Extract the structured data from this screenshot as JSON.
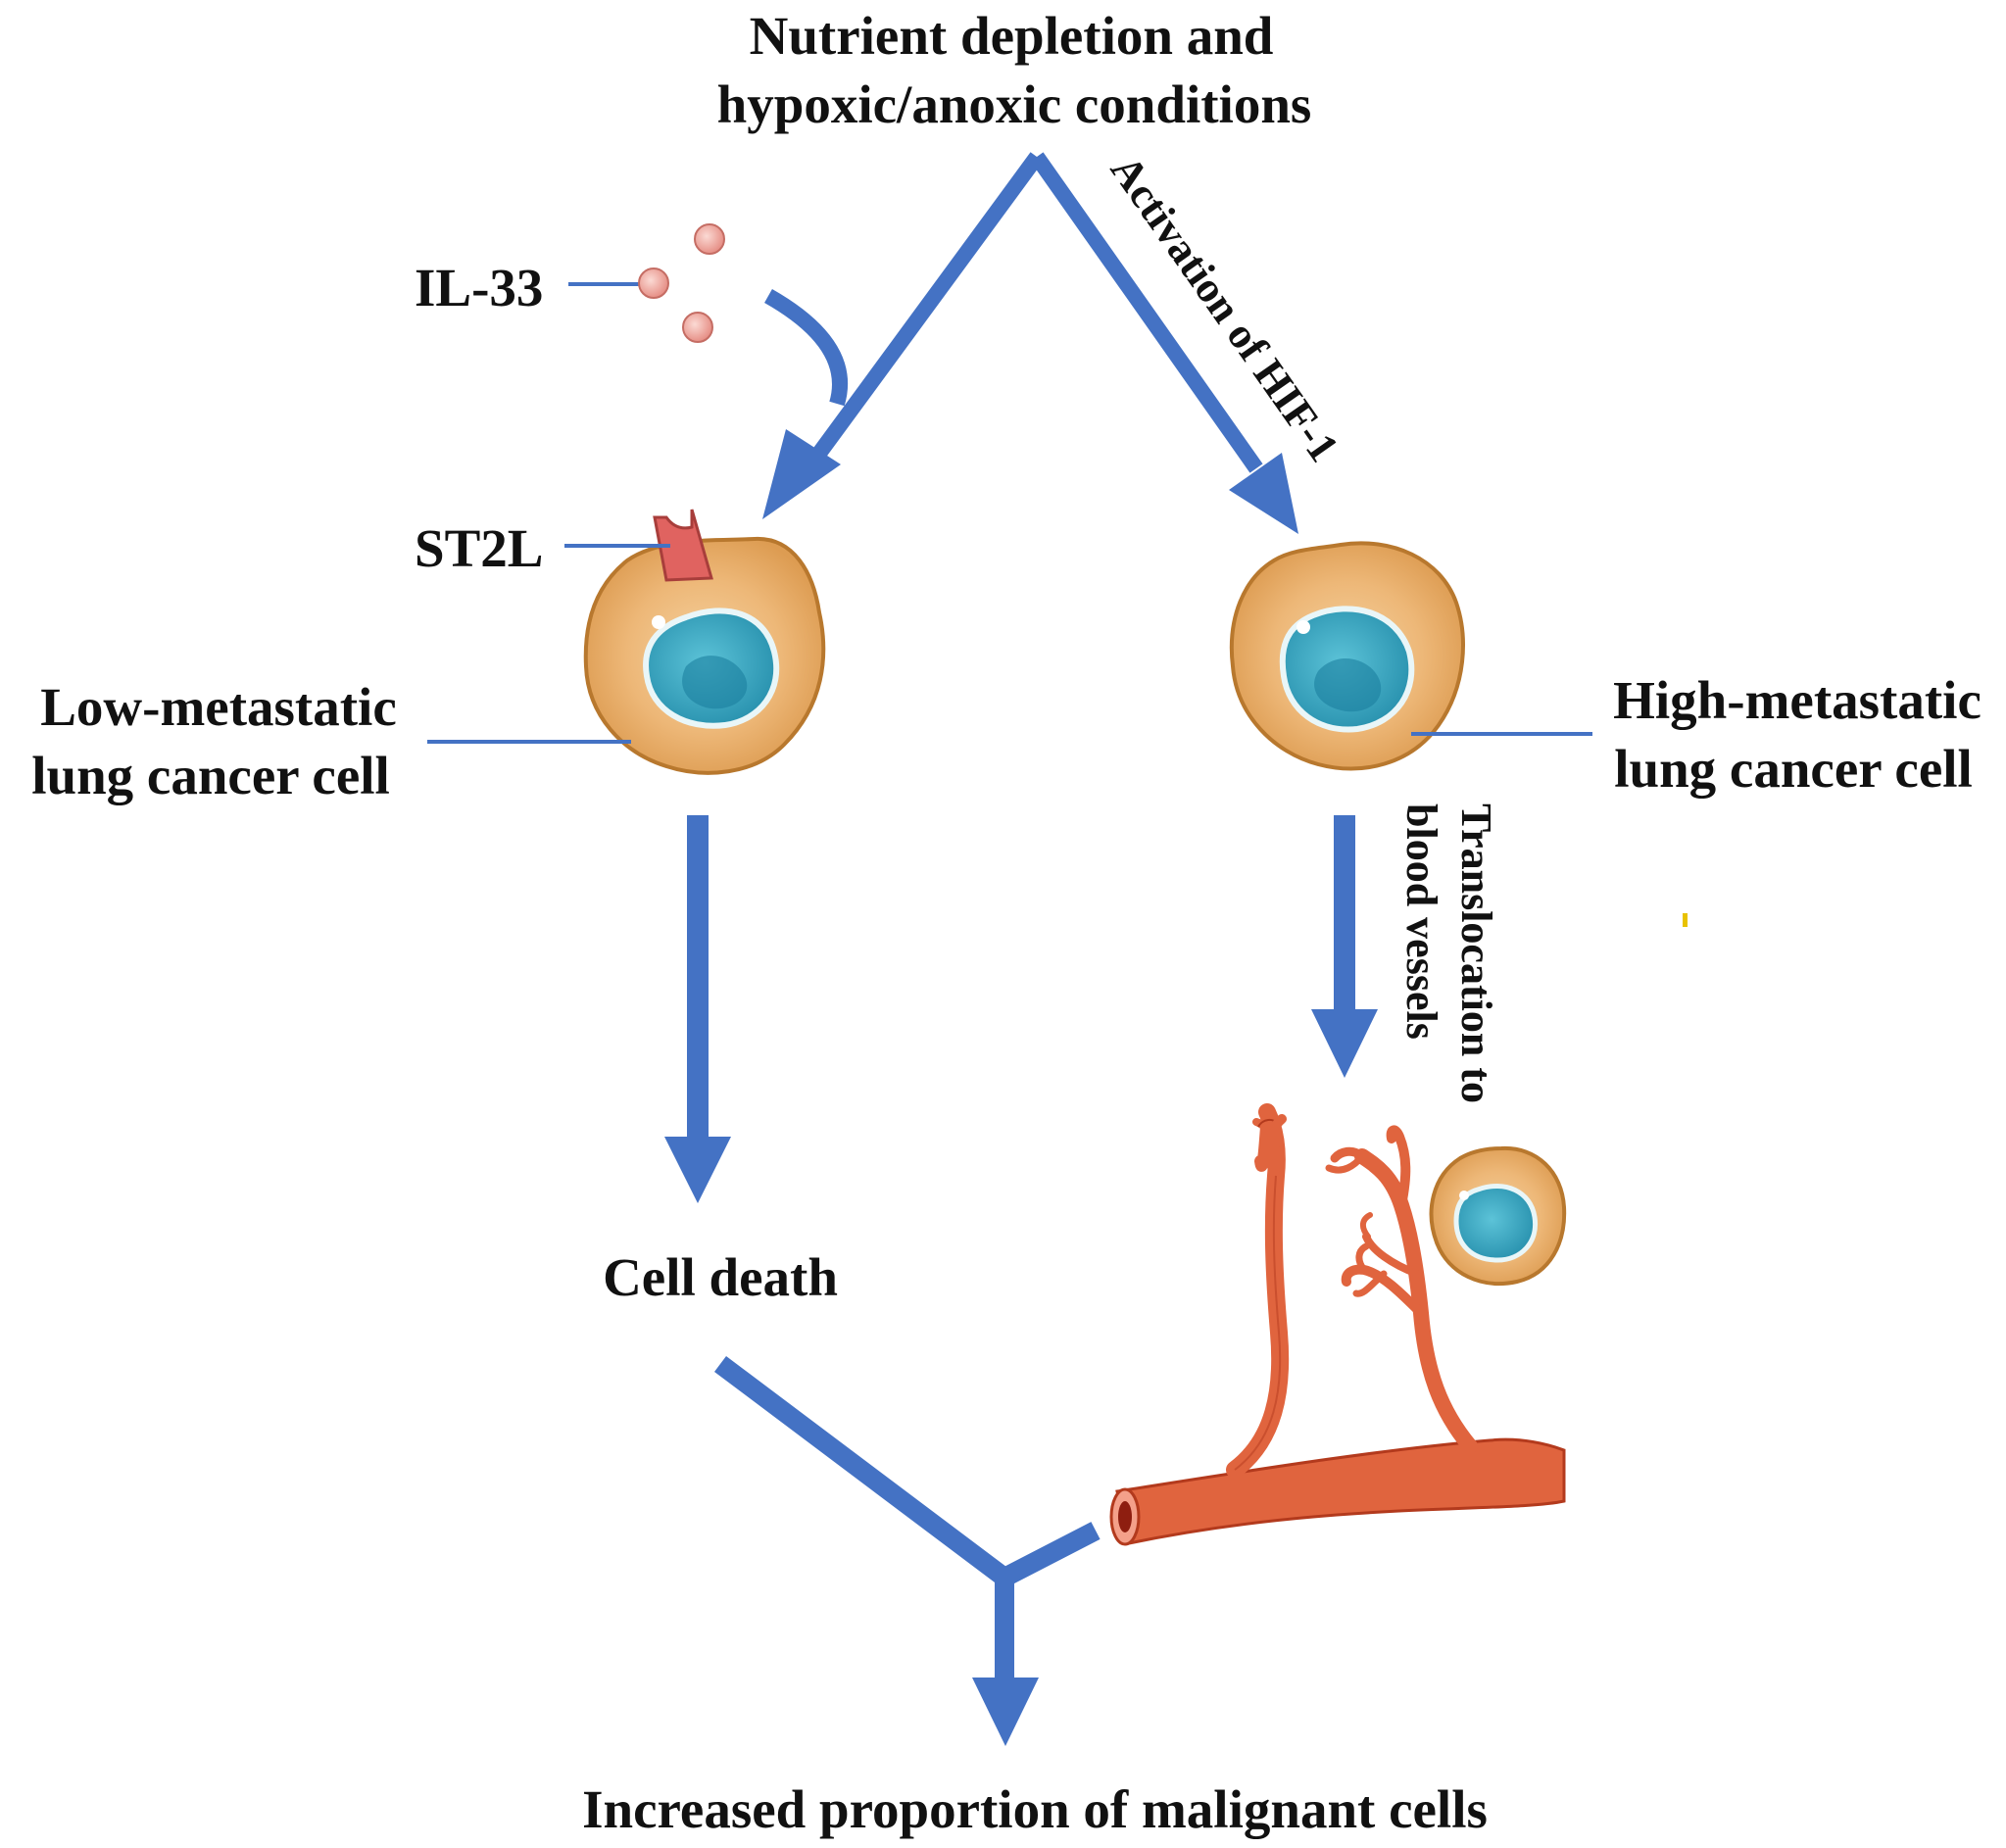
{
  "title": {
    "line1": "Nutrient depletion and",
    "line2": "hypoxic/anoxic conditions"
  },
  "labels": {
    "il33": "IL-33",
    "st2l": "ST2L",
    "low_metastatic_line1": "Low-metastatic",
    "low_metastatic_line2": "lung cancer cell",
    "high_metastatic_line1": "High-metastatic",
    "high_metastatic_line2": "lung cancer cell",
    "activation": "Activation of HIF-1",
    "translocation_line1": "Translocation to",
    "translocation_line2": "blood vessels",
    "cell_death": "Cell death",
    "result": "Increased proportion of malignant cells"
  },
  "colors": {
    "arrow": "#4472C4",
    "cell_fill": "#E8A862",
    "cell_outline": "#B8782E",
    "nucleus": "#2E9CB8",
    "nucleus_dark": "#1A7F9E",
    "receptor": "#E06360",
    "il33_particle": "#F2A8A0",
    "vessel": "#E0643E",
    "vessel_outline": "#B33A1D",
    "pointer_line": "#4472C4"
  }
}
